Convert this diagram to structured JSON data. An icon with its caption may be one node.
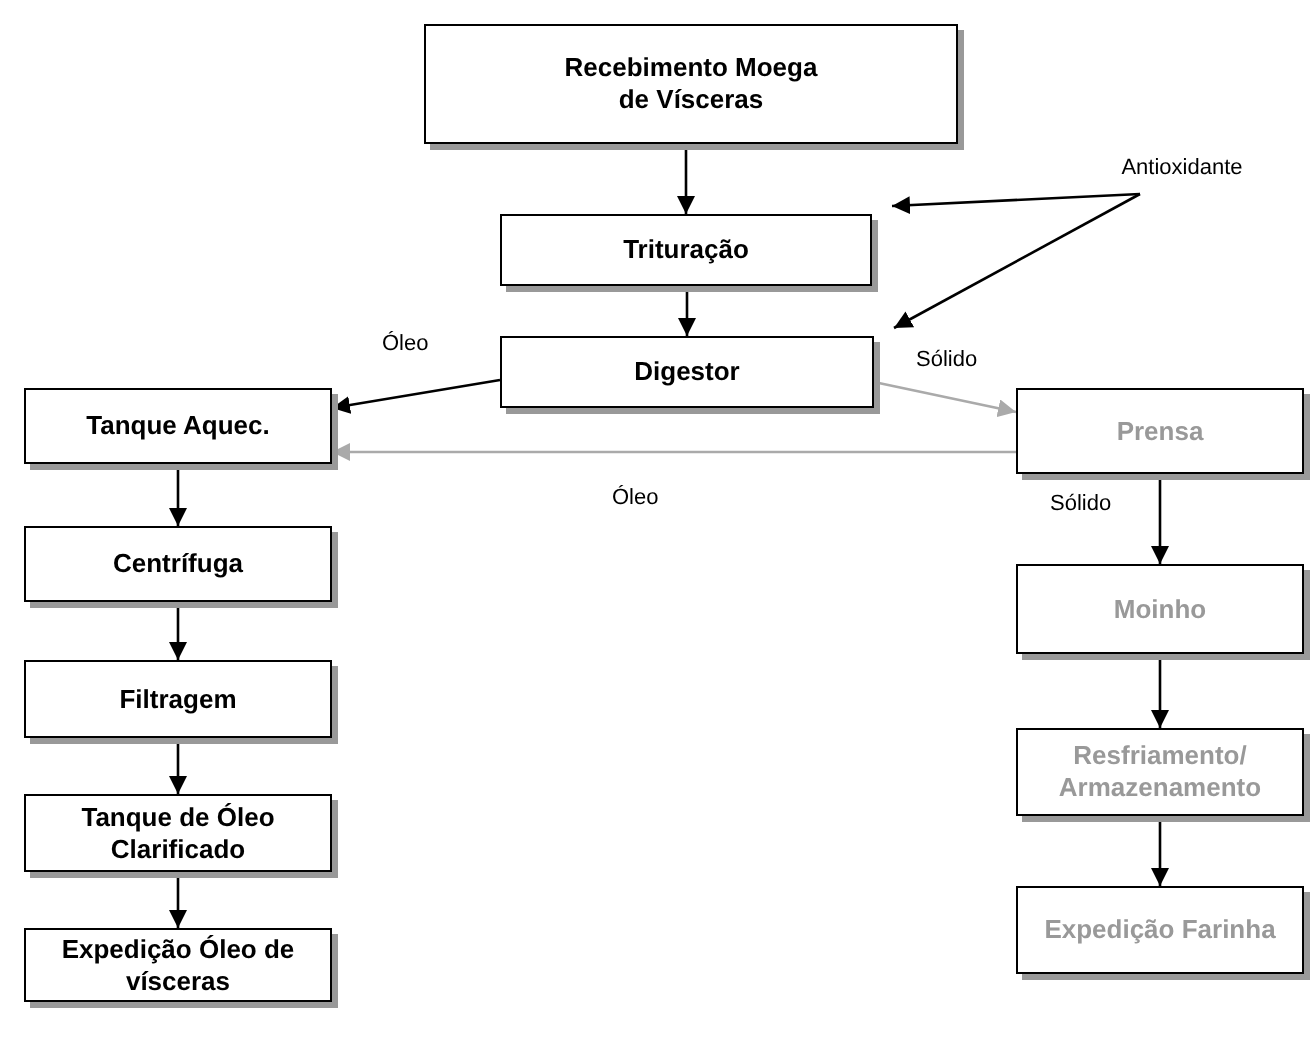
{
  "diagram": {
    "nodes": [
      {
        "text": [
          "Recebimento Moega de Vísceras"
        ]
      },
      {
        "text": [
          "Trituração"
        ]
      },
      {
        "text": [
          "Digestor"
        ]
      },
      {
        "text": [
          "Tanque Aquec."
        ]
      },
      {
        "text": [
          "Centrífuga"
        ]
      },
      {
        "text": [
          "Filtragem"
        ]
      },
      {
        "text": [
          "Tanque de Óleo Clarificado"
        ]
      },
      {
        "text": [
          "Expedição Óleo de vísceras"
        ]
      },
      {
        "text": [
          "Prensa"
        ]
      },
      {
        "text": [
          "Moinho"
        ]
      },
      {
        "text": [
          "Resfriamento/ Armazenamento"
        ]
      },
      {
        "text": [
          "Expedição Farinha"
        ]
      },
      {
        "text": [
          "Antioxidante"
        ]
      }
    ],
    "edges": [
      {
        "from": 0,
        "to": 1,
        "arrow": "to"
      },
      {
        "from": 12,
        "to": 1,
        "arrow": "to"
      },
      {
        "from": 12,
        "to": 2,
        "arrow": "to"
      },
      {
        "from": 1,
        "to": 2,
        "arrow": "to"
      },
      {
        "from": 2,
        "to": 3,
        "arrow": "to",
        "label": "Óleo"
      },
      {
        "from": 2,
        "to": 8,
        "arrow": "to",
        "label": "Sólido",
        "color": "#aaaaaa"
      },
      {
        "from": 8,
        "to": 3,
        "arrow": "to",
        "label": "Óleo",
        "color": "#aaaaaa"
      },
      {
        "from": 3,
        "to": 4,
        "arrow": "to"
      },
      {
        "from": 4,
        "to": 5,
        "arrow": "to"
      },
      {
        "from": 5,
        "to": 6,
        "arrow": "to"
      },
      {
        "from": 6,
        "to": 7,
        "arrow": "to"
      },
      {
        "from": 8,
        "to": 9,
        "arrow": "to",
        "label": "Sólido"
      },
      {
        "from": 9,
        "to": 10,
        "arrow": "to"
      },
      {
        "from": 10,
        "to": 11,
        "arrow": "to"
      }
    ]
  }
}
